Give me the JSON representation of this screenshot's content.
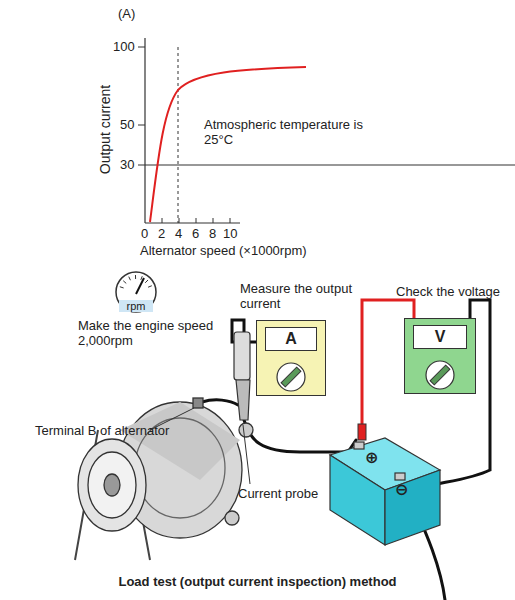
{
  "diagram": {
    "caption": "Load test (output current inspection) method",
    "nodes": [
      {
        "text": [
          "rpm"
        ]
      },
      {
        "text": [
          "A"
        ]
      },
      {
        "text": [
          "V"
        ]
      }
    ],
    "labels": [
      "(A)",
      "100",
      "50",
      "30",
      "Output current",
      "0",
      "2",
      "4",
      "6",
      "8",
      "10",
      "Alternator speed (×1000rpm)",
      "Atmospheric temperature is 25°C",
      "Make the engine speed 2,000rpm",
      "Measure the output current",
      "Check the voltage",
      "Terminal B of alternator",
      "Current probe",
      "⊕",
      "⊖"
    ]
  }
}
